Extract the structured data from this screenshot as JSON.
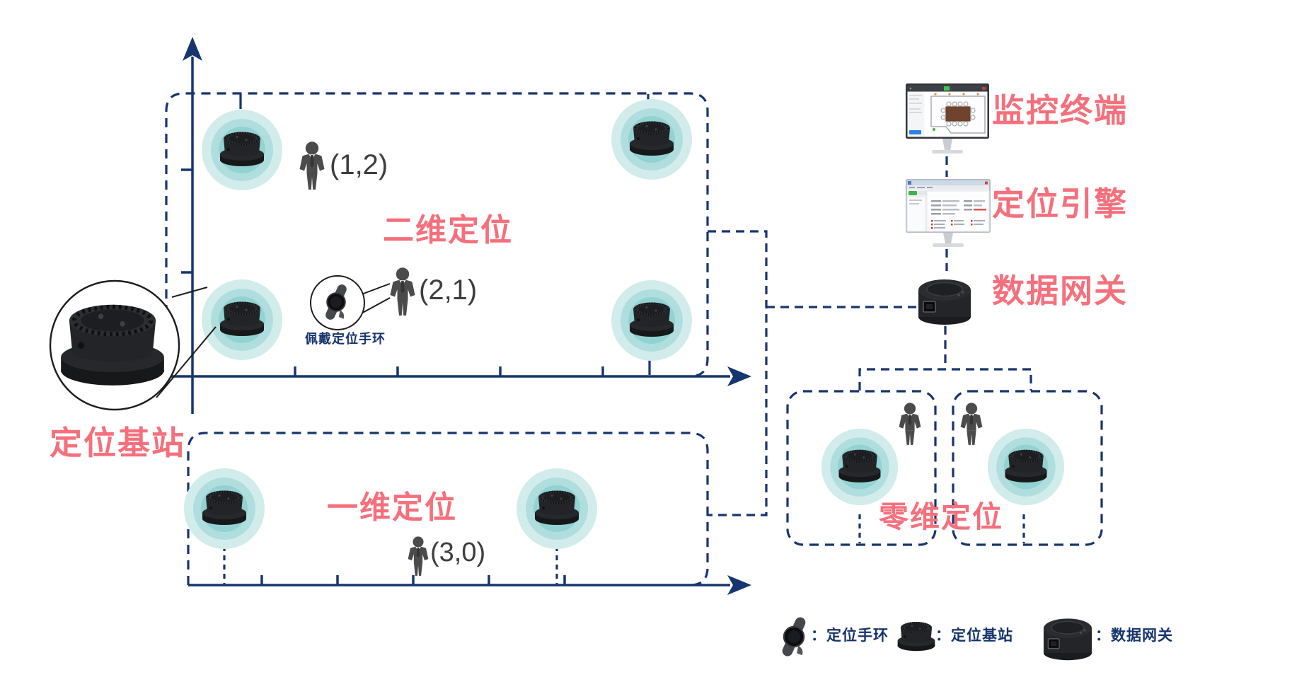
{
  "diagram": {
    "regions": {
      "two_d": {
        "label": "二维定位",
        "tags": [
          {
            "coord": "(1,2)"
          },
          {
            "coord": "(2,1)"
          }
        ]
      },
      "one_d": {
        "label": "一维定位",
        "tags": [
          {
            "coord": "(3,0)"
          }
        ]
      },
      "zero_d": {
        "label": "零维定位"
      }
    },
    "callout_station": {
      "label": "定位基站"
    },
    "callout_wristband": {
      "label": "佩戴定位手环"
    },
    "chain": {
      "monitor_label": "监控终端",
      "engine_label": "定位引擎",
      "gateway_label": "数据网关"
    },
    "legend": {
      "items": [
        {
          "icon": "wristband-icon",
          "label": "：定位手环"
        },
        {
          "icon": "base-station-icon",
          "label": "：定位基站"
        },
        {
          "icon": "gateway-icon",
          "label": "：数据网关"
        }
      ]
    },
    "colors": {
      "accent_pink": "#f5707c",
      "line_navy": "#17356e",
      "glow_teal_outer": "#d2ecec",
      "glow_teal_mid": "#b0dede",
      "glow_teal_inner": "#93d2d2",
      "person_gray": "#4b4b4b",
      "coord_text": "#3d3d3d"
    }
  }
}
